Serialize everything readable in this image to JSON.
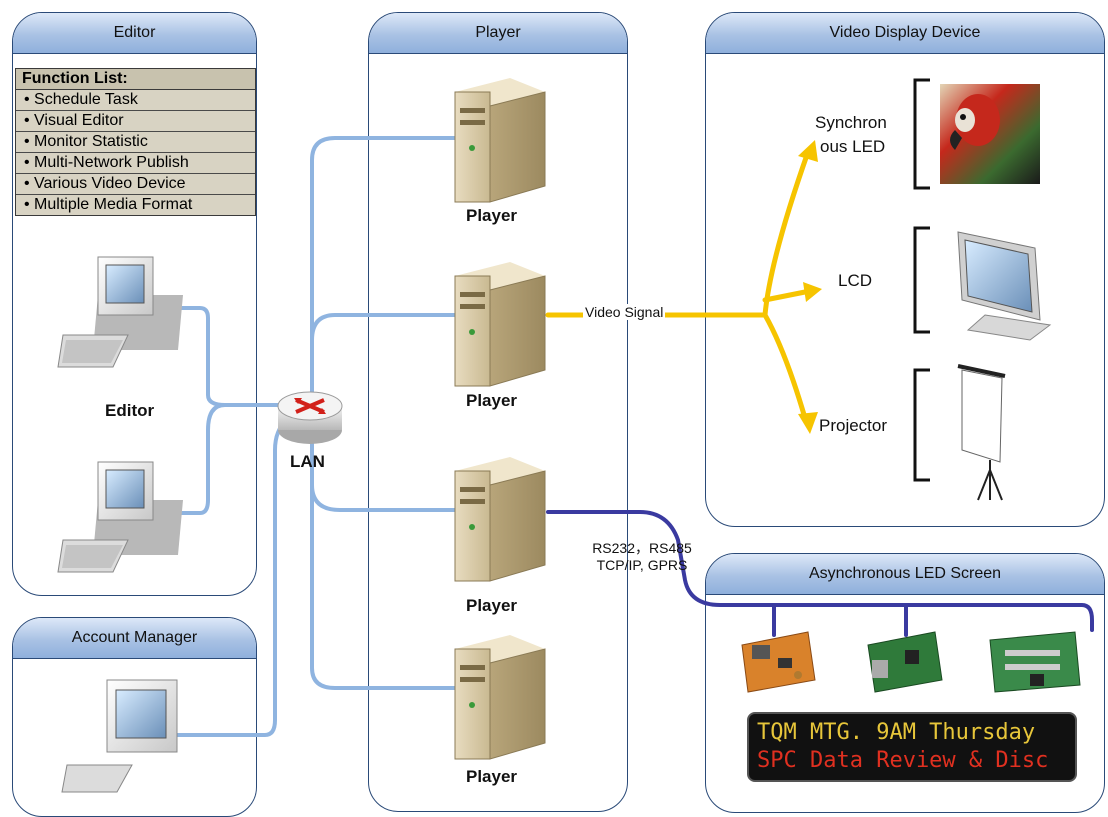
{
  "panels": {
    "editor": "Editor",
    "player": "Player",
    "video": "Video Display Device",
    "account": "Account Manager",
    "async": "Asynchronous LED Screen"
  },
  "function_list": {
    "title": "Function List:",
    "items": [
      "• Schedule Task",
      "• Visual Editor",
      "• Monitor Statistic",
      "• Multi-Network Publish",
      "• Various Video Device",
      "• Multiple Media Format"
    ]
  },
  "labels": {
    "editor": "Editor",
    "lan": "LAN",
    "player1": "Player",
    "player2": "Player",
    "player3": "Player",
    "player4": "Player",
    "video_signal": "Video Signal",
    "sync_led_1": "Synchron",
    "sync_led_2": "ous LED",
    "lcd": "LCD",
    "projector": "Projector",
    "comm_1": "RS232，RS485",
    "comm_2": "TCP/IP, GPRS"
  },
  "led_display": {
    "line1": "TQM MTG. 9AM Thursday",
    "line2": "SPC Data Review & Disc"
  },
  "colors": {
    "lan_line": "#8fb4e0",
    "serial_line": "#3a3aa0",
    "video_line": "#f6c400",
    "panel_border": "#2a4a78"
  }
}
